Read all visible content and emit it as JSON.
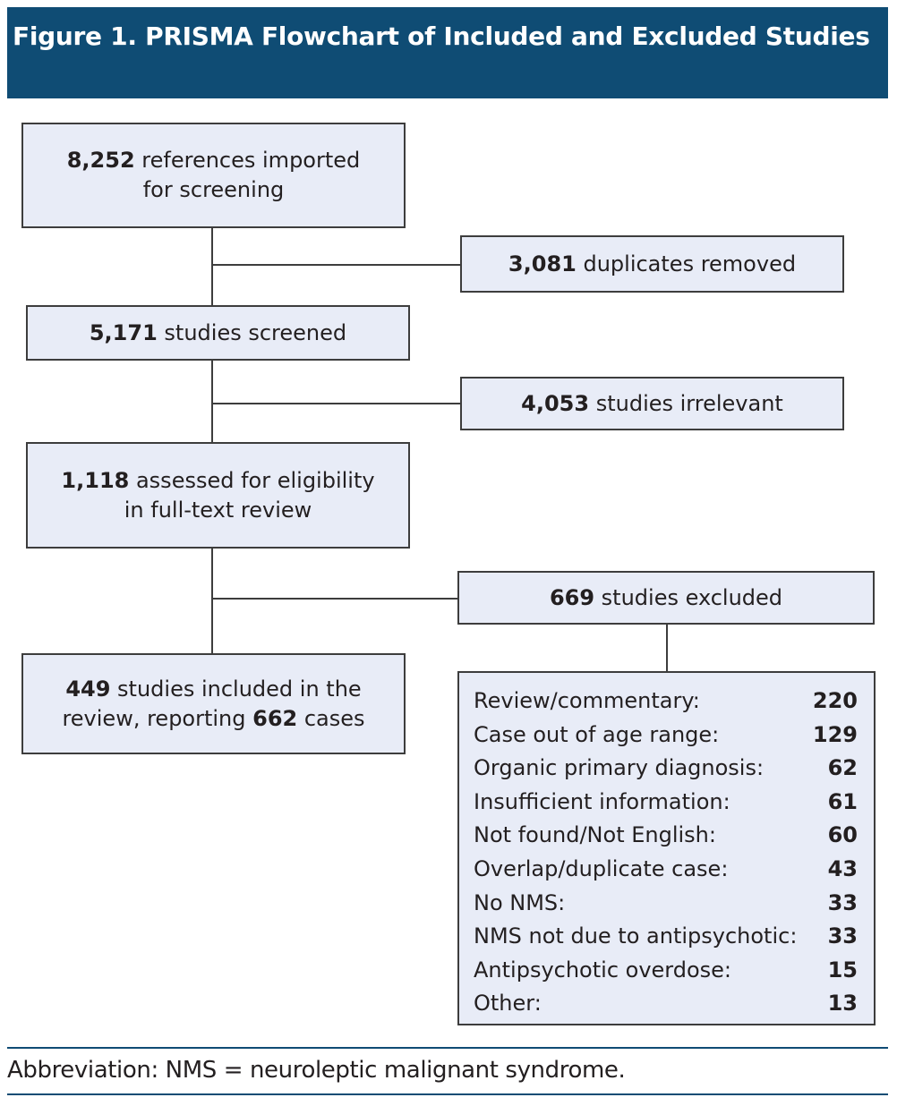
{
  "figure": {
    "title": "Figure 1. PRISMA Flowchart of Included and Excluded Studies"
  },
  "flow": {
    "imported": {
      "count": "8,252",
      "line1": " references imported",
      "line2": "for screening"
    },
    "duplicates": {
      "count": "3,081",
      "text": " duplicates removed"
    },
    "screened": {
      "count": "5,171",
      "text": " studies screened"
    },
    "irrelevant": {
      "count": "4,053",
      "text": " studies irrelevant"
    },
    "assessed": {
      "count": "1,118",
      "line1": " assessed for eligibility",
      "line2": "in full-text review"
    },
    "excluded": {
      "count": "669",
      "text": " studies excluded"
    },
    "included": {
      "count": "449",
      "line1": " studies included in the",
      "line2_pre": "review, reporting ",
      "cases": "662",
      "line2_post": " cases"
    }
  },
  "exclusion_reasons": [
    {
      "label": "Review/commentary:",
      "value": "220"
    },
    {
      "label": "Case out of age range:",
      "value": "129"
    },
    {
      "label": "Organic primary diagnosis:",
      "value": "62"
    },
    {
      "label": "Insufficient information:",
      "value": "61"
    },
    {
      "label": "Not found/Not English:",
      "value": "60"
    },
    {
      "label": "Overlap/duplicate case:",
      "value": "43"
    },
    {
      "label": "No NMS:",
      "value": "33"
    },
    {
      "label": "NMS not due to antipsychotic:",
      "value": "33"
    },
    {
      "label": "Antipsychotic overdose:",
      "value": "15"
    },
    {
      "label": "Other:",
      "value": "13"
    }
  ],
  "footnote": "Abbreviation: NMS = neuroleptic malignant syndrome.",
  "colors": {
    "header_bg": "#0f4c74",
    "box_fill": "#e8ecf7",
    "border": "#3d3d3d"
  }
}
